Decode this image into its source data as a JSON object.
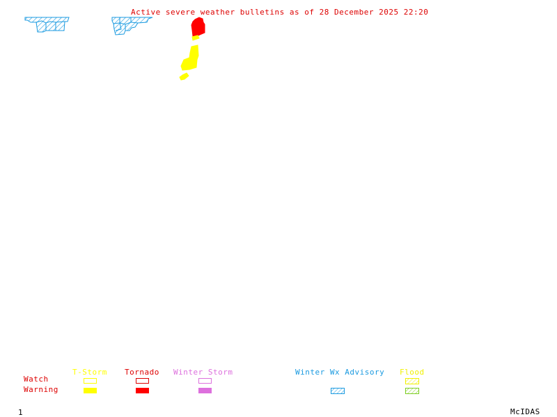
{
  "title": "Active severe weather bulletins as of 28 December 2025 22:20",
  "colors": {
    "title": "#dd0000",
    "tstorm": "#ffff00",
    "tornado": "#ff0000",
    "winter_storm": "#dd70dd",
    "winter_wx_advisory": "#1a9ae0",
    "flood_watch": "#f0f000",
    "flood_warning": "#7ccd20",
    "row_label": "#dd0000",
    "frame": "#000000"
  },
  "map_areas": [
    {
      "name": "winter-wx-advisory-area-west",
      "type": "Winter Wx Advisory",
      "style": "hatched"
    },
    {
      "name": "winter-wx-advisory-area-central",
      "type": "Winter Wx Advisory",
      "style": "hatched"
    },
    {
      "name": "tornado-warning-area",
      "type": "Tornado",
      "style": "warning"
    },
    {
      "name": "tstorm-warning-area-north",
      "type": "T-Storm",
      "style": "warning"
    },
    {
      "name": "tstorm-warning-area-middle",
      "type": "T-Storm",
      "style": "warning"
    },
    {
      "name": "tstorm-warning-area-south",
      "type": "T-Storm",
      "style": "warning"
    }
  ],
  "legend": {
    "row_labels": {
      "watch": "Watch",
      "warning": "Warning"
    },
    "categories": [
      {
        "label": "T-Storm",
        "watch": "outline",
        "warning": "filled"
      },
      {
        "label": "Tornado",
        "watch": "outline",
        "warning": "filled"
      },
      {
        "label": "Winter Storm",
        "watch": "outline",
        "warning": "filled"
      },
      {
        "label": "Winter Wx Advisory",
        "watch": "none",
        "warning": "hatched"
      },
      {
        "label": "Flood",
        "watch": "hatched",
        "warning": "hatched"
      }
    ]
  },
  "footer": {
    "frame_number": "1",
    "brand": "McIDAS"
  }
}
